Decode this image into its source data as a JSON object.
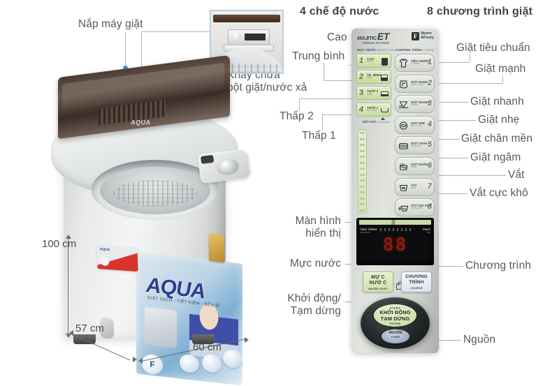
{
  "headers": {
    "water_modes": "4 chế độ nước",
    "programs": "8 chương trình giặt"
  },
  "machine_labels": {
    "lid": "Nắp máy giặt",
    "tray_line1": "Khay chứa",
    "tray_line2": "bột giặt/nước xả"
  },
  "dimensions": {
    "height": "100 cm",
    "depth": "57 cm",
    "width": "60 cm"
  },
  "left_callouts": [
    {
      "label": "Cao"
    },
    {
      "label": "Trung bình"
    },
    {
      "label": "Thấp 2"
    },
    {
      "label": "Thấp 1"
    },
    {
      "label": "Màn hình",
      "label2": "hiển thị"
    },
    {
      "label": "Mực nước"
    },
    {
      "label": "Khởi động/",
      "label2": "Tạm dừng"
    }
  ],
  "right_callouts": [
    {
      "label": "Giặt tiêu chuẩn"
    },
    {
      "label": "Giặt mạnh"
    },
    {
      "label": "Giặt nhanh"
    },
    {
      "label": "Giặt nhẹ"
    },
    {
      "label": "Giặt chăn mền"
    },
    {
      "label": "Giặt ngâm"
    },
    {
      "label": "Vắt"
    },
    {
      "label": "Vắt cực khô"
    },
    {
      "label": "Chương trình"
    },
    {
      "label": "Nguồn"
    }
  ],
  "panel": {
    "brand": {
      "line1": "MAJITIC",
      "line2": "ET",
      "line3": "FRESH ACTION",
      "fuzzy_mark": "F",
      "fuzzy_line1": "Neuro",
      "fuzzy_line2": "&Fuzzy"
    },
    "section_headers": {
      "water": "MỰC NƯỚC",
      "water_en": "WATER LEVEL",
      "program": "CHƯƠNG TRÌNH",
      "program_en": "COURSE"
    },
    "water_levels": [
      {
        "num": "1",
        "vi": "CAO",
        "en": "HIGH",
        "icon": "water-level-high-icon"
      },
      {
        "num": "2",
        "vi": "TR. BÌNH",
        "en": "MED",
        "icon": "water-level-medium-icon"
      },
      {
        "num": "3",
        "vi": "THẤP 2",
        "en": "LOW",
        "icon": "water-level-low2-icon"
      },
      {
        "num": "4",
        "vi": "THẤP 1",
        "en": "EQ. LOW",
        "icon": "water-level-low1-icon"
      }
    ],
    "detergent_hint": {
      "vi": "BỘT GIẶT",
      "en": "DETERGENT"
    },
    "programs": [
      {
        "num": "1",
        "vi": "TIÊU CHUẨN",
        "en": "NORMAL",
        "icon": "tshirt-icon"
      },
      {
        "num": "2",
        "vi": "GIẶT MẠNH",
        "en": "HEAVY DUTY",
        "icon": "heavy-duty-icon"
      },
      {
        "num": "3",
        "vi": "GIẶT NHANH",
        "en": "SPEED",
        "icon": "speed-wash-icon"
      },
      {
        "num": "4",
        "vi": "GIẶT NHẸ",
        "en": "DRY CARE",
        "icon": "delicate-icon"
      },
      {
        "num": "5",
        "vi": "GIẶT CHĂN",
        "en": "BLANKET",
        "icon": "blanket-icon"
      },
      {
        "num": "6",
        "vi": "GIẶT NGÂM",
        "en": "SOAK",
        "icon": "soak-icon"
      },
      {
        "num": "7",
        "vi": "VẮT",
        "en": "SPIN",
        "icon": "spin-icon"
      },
      {
        "num": "8",
        "vi": "VẮT CỰC KHÔ",
        "en": "EXTRA DRY",
        "icon": "extra-dry-spin-icon"
      }
    ],
    "display": {
      "left_label": "TIẾN TRÌNH",
      "left_label_en": "PROCESS",
      "right_label": "PHÚT",
      "right_label_en": "MIN",
      "value": "88"
    },
    "buttons": {
      "water_level": {
        "line1": "MỰ C",
        "line2": "NƯỚ C",
        "en": "WATER LEVEL"
      },
      "program": {
        "line1": "CHƯƠNG",
        "line2": "TRÌNH",
        "en": "COURSE"
      },
      "start": {
        "en_top": "START",
        "line1": "KHỞI ĐỘNG",
        "line2": "TẠM DỪNG",
        "en_bottom": "PAUSE"
      },
      "power": {
        "line1": "NGUỒN",
        "line2": "POWER"
      },
      "lock_icon": "child-lock-icon"
    }
  },
  "machine": {
    "brand": "AQUA",
    "poster_tagline": "GIẶT SẠCH - TIẾT KIỆM - BỀN BỈ",
    "lid_logo": "AQUA",
    "front_badge": "F"
  },
  "colors": {
    "leader_line": "#9fb6cc",
    "text": "#555a5e",
    "panel_green": "#d5e6b2",
    "display_red": "#8c1a12"
  }
}
